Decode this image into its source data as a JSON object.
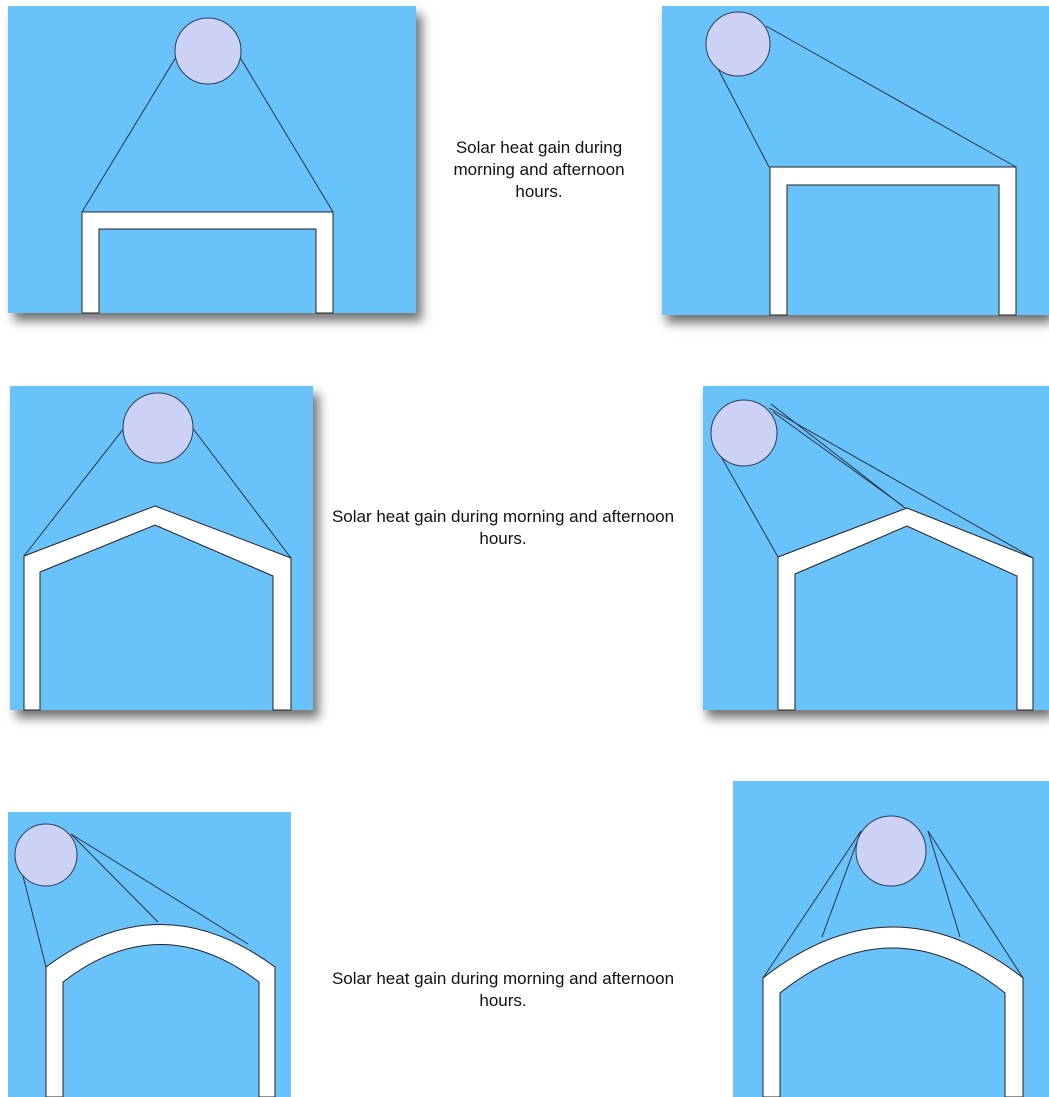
{
  "colors": {
    "sky": "#69c2f9",
    "sun": "#cbd2f5",
    "wall": "#ffffff",
    "outline": "#222222"
  },
  "rows": [
    {
      "caption": "Solar heat gain during morning and afternoon hours.",
      "roof_shape": "flat",
      "left_panel": {
        "sun_position": "top-center"
      },
      "right_panel": {
        "sun_position": "top-left"
      }
    },
    {
      "caption": "Solar heat gain during morning and afternoon hours.",
      "roof_shape": "gable",
      "left_panel": {
        "sun_position": "top-center"
      },
      "right_panel": {
        "sun_position": "top-left"
      }
    },
    {
      "caption": "Solar heat gain during morning and afternoon hours.",
      "roof_shape": "arched",
      "left_panel": {
        "sun_position": "top-left"
      },
      "right_panel": {
        "sun_position": "top-center"
      }
    }
  ]
}
